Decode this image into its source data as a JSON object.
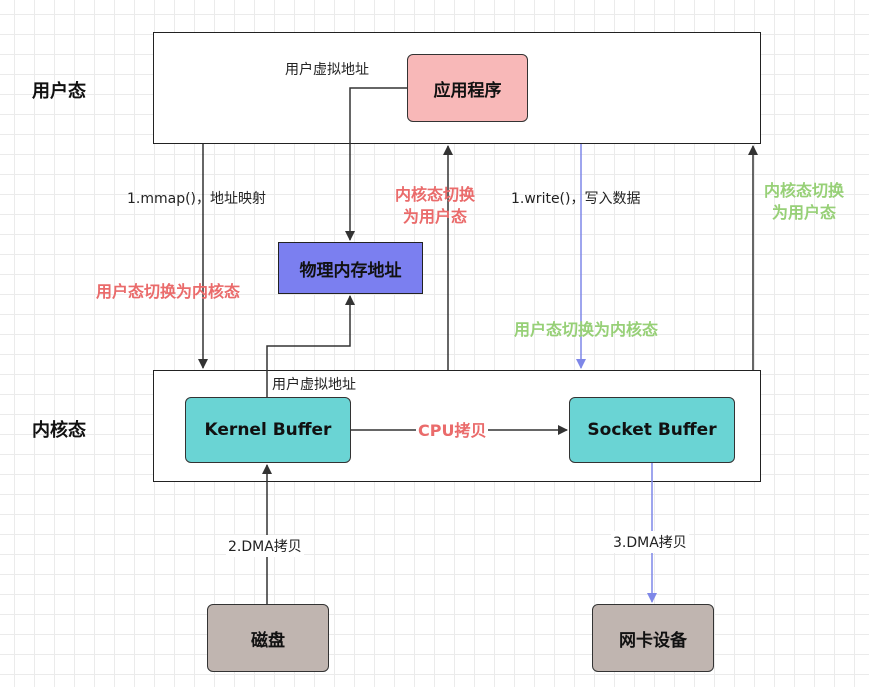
{
  "zones": {
    "user_mode": "用户态",
    "kernel_mode": "内核态"
  },
  "boxes": {
    "app": "应用程序",
    "physical_memory": "物理内存地址",
    "kernel_buffer": "Kernel Buffer",
    "socket_buffer": "Socket Buffer",
    "disk": "磁盘",
    "nic": "网卡设备"
  },
  "labels": {
    "user_virtual_addr_top": "用户虚拟地址",
    "user_virtual_addr_kernel": "用户虚拟地址",
    "mmap": "1.mmap()，地址映射",
    "write": "1.write()，写入数据",
    "dma_copy_in": "2.DMA拷贝",
    "dma_copy_out": "3.DMA拷贝",
    "cpu_copy": "CPU拷贝",
    "switch_user_to_kernel_1": "用户态切换为内核态",
    "switch_kernel_to_user_1_line1": "内核态切换",
    "switch_kernel_to_user_1_line2": "为用户态",
    "switch_user_to_kernel_2": "用户态切换为内核态",
    "switch_kernel_to_user_2_line1": "内核态切换",
    "switch_kernel_to_user_2_line2": "为用户态"
  },
  "colors": {
    "app_fill": "#f8b8b8",
    "physical_memory_fill": "#7b7ff0",
    "buffer_fill": "#6ad4d4",
    "device_fill": "#c0b5b0",
    "red_note": "#ea6b6b",
    "green_note": "#97d077",
    "blue_arrow": "#7e87e8"
  }
}
